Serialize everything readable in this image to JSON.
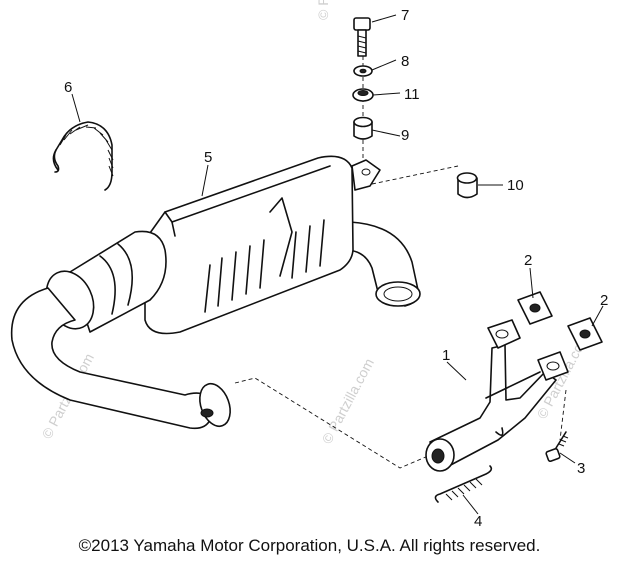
{
  "callouts": {
    "c1": "1",
    "c2a": "2",
    "c2b": "2",
    "c3": "3",
    "c4": "4",
    "c5": "5",
    "c6": "6",
    "c7": "7",
    "c8": "8",
    "c9": "9",
    "c10": "10",
    "c11": "11"
  },
  "watermark": "© Partzilla.com",
  "copyright": "©2013  Yamaha Motor Corporation, U.S.A. All rights reserved."
}
